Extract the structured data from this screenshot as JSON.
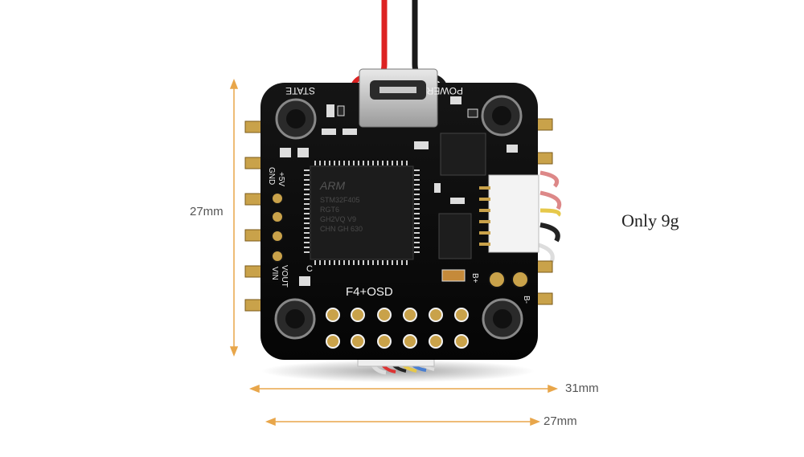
{
  "dimensions": {
    "height": "27mm",
    "width_outer": "31mm",
    "width_inner": "27mm"
  },
  "weight": "Only 9g",
  "board": {
    "silkscreen": {
      "state": "STATE",
      "power": "POWER",
      "model": "F4+OSD",
      "gnd": "GND",
      "v5": "+5V",
      "vin": "VIN",
      "vout": "VOUT",
      "b_plus": "B+",
      "b_minus": "B-",
      "c": "C"
    },
    "chip_marking": [
      "ARM",
      "STM32F405",
      "RGT6",
      "GH2VQ V9",
      "CHN GH 630"
    ]
  },
  "colors": {
    "dimension_line": "#e8a64a",
    "pcb": "#0b0b0b",
    "gold_pad": "#c9a24a",
    "silk": "#f2f2f2"
  }
}
